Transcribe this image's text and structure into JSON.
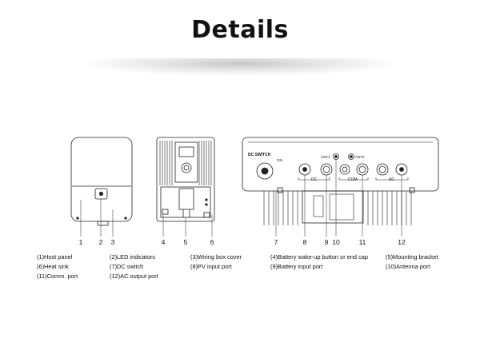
{
  "title": "Details",
  "callouts": [
    "1",
    "2",
    "3",
    "4",
    "5",
    "6",
    "7",
    "8",
    "9",
    "10",
    "11",
    "12"
  ],
  "panel_labels": {
    "dc_switch": "DC SWITCH",
    "on": "ON",
    "ant1": "ANT1",
    "ant2": "ANT2",
    "dc": "DC",
    "com": "COM",
    "ac": "AC"
  },
  "legend": {
    "col1": [
      "(1)Host panel",
      "(6)Heat sink",
      "(11)Comm. port"
    ],
    "col2": [
      "(2)LED indicators",
      "(7)DC switch",
      "(12)AC output port"
    ],
    "col3": [
      "(3)Wiring box cover",
      "(8)PV input port"
    ],
    "col4": [
      "(4)Battery wake-up button or end cap",
      "(9)Battery input port"
    ],
    "col5": [
      "(5)Mounting bracket",
      "(10)Antenna port"
    ]
  }
}
